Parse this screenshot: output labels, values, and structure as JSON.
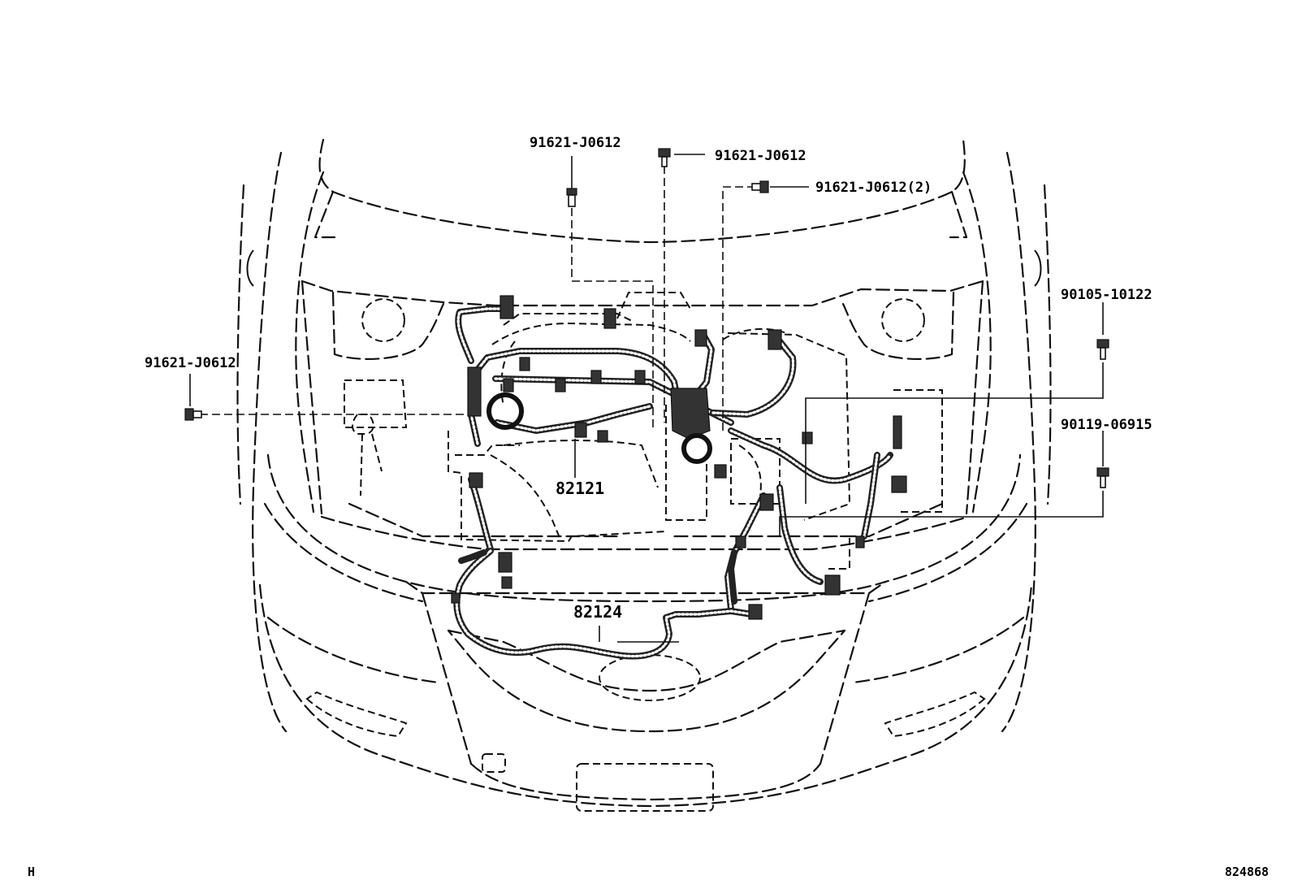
{
  "diagram": {
    "callouts": {
      "clip_top_left": "91621-J0612",
      "clip_top_center": "91621-J0612",
      "clip_top_right": "91621-J0612(2)",
      "clip_left": "91621-J0612",
      "bolt_right_upper": "90105-10122",
      "bolt_right_lower": "90119-06915",
      "harness_engine_room": "82121",
      "harness_front": "82124"
    },
    "corner_left": "H",
    "corner_right": "824868"
  }
}
